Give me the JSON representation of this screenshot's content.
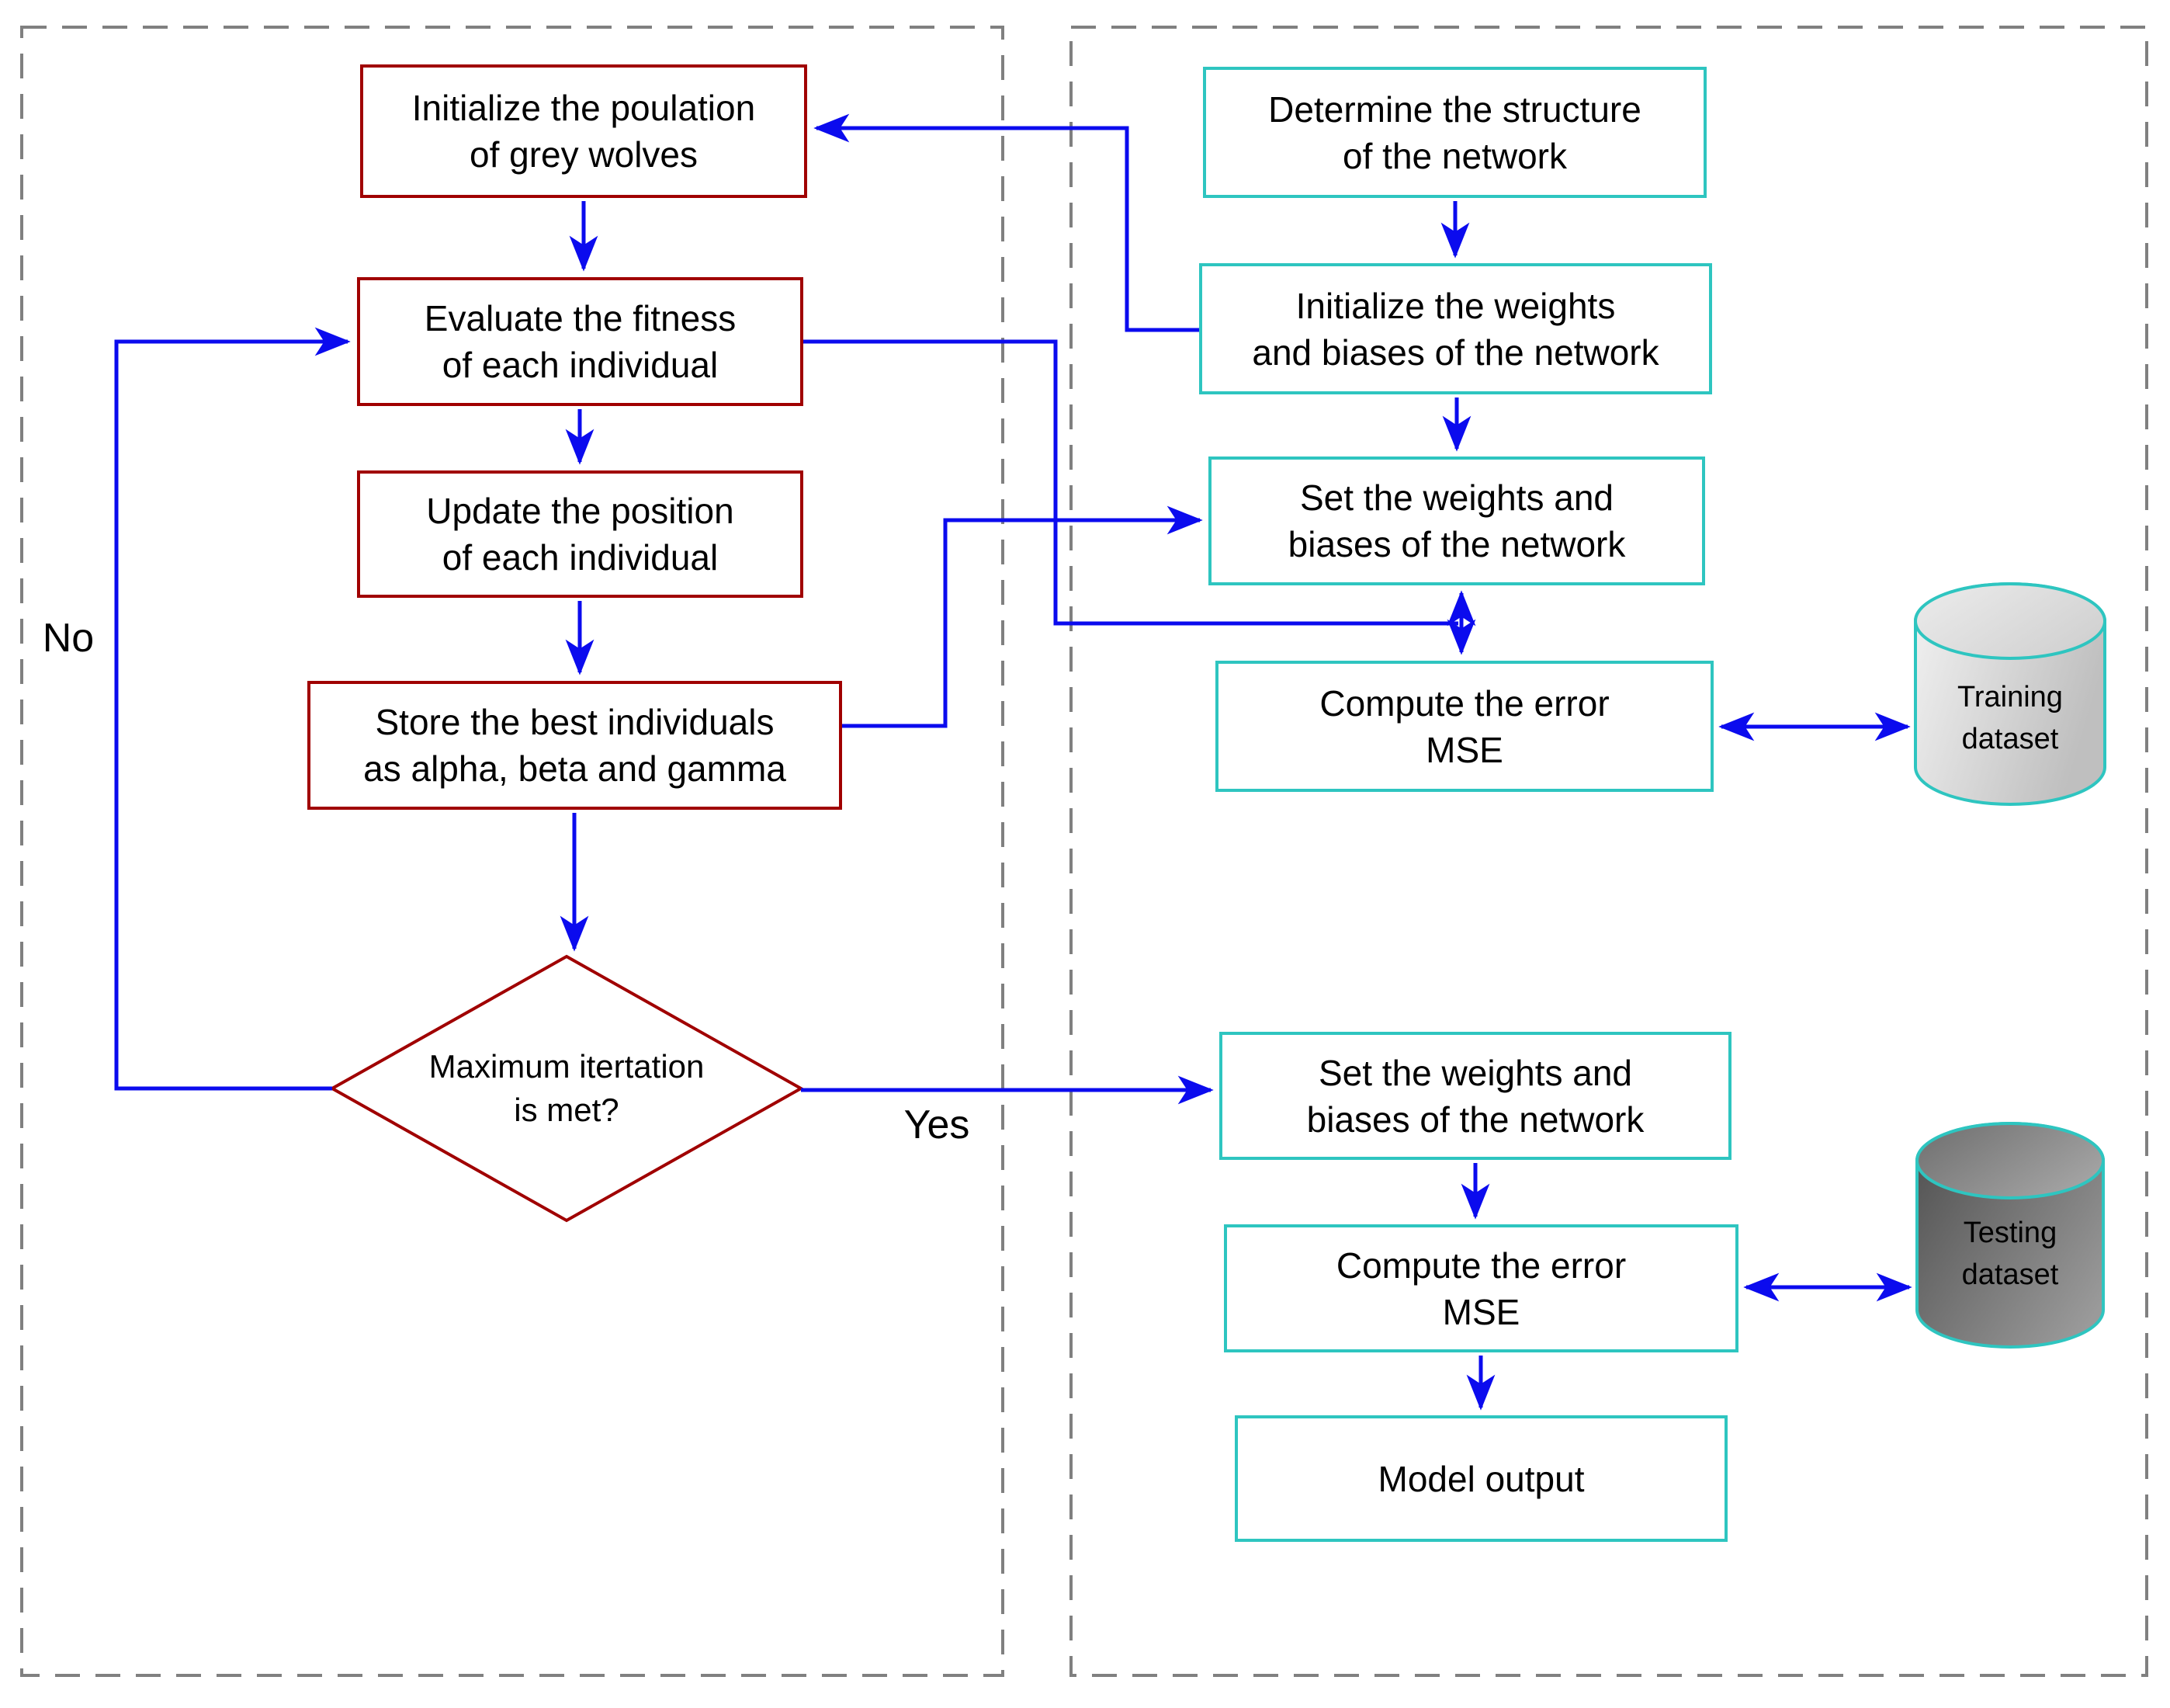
{
  "colors": {
    "gwo_box_border": "#a00000",
    "nn_box_border": "#2ec5c0",
    "arrow": "#0b0bee",
    "panel_border": "#808080",
    "text": "#000000"
  },
  "nodes": {
    "init_population": "Initialize the poulation\nof grey wolves",
    "evaluate_fitness": "Evaluate the fitness\nof each individual",
    "update_position": "Update the position\nof each individual",
    "store_best": "Store the best individuals\nas alpha, beta and gamma",
    "max_iteration": "Maximum itertation\nis met?",
    "determine_structure": "Determine the structure\nof the network",
    "initialize_weights": "Initialize the weights\nand biases of the network",
    "set_weights_training": "Set the weights and\nbiases of the network",
    "compute_error_training": "Compute the error\nMSE",
    "set_weights_testing": "Set the weights and\nbiases of the network",
    "compute_error_testing": "Compute the error\nMSE",
    "model_output": "Model output",
    "training_dataset": "Training\ndataset",
    "testing_dataset": "Testing\ndataset"
  },
  "edge_labels": {
    "no": "No",
    "yes": "Yes"
  }
}
